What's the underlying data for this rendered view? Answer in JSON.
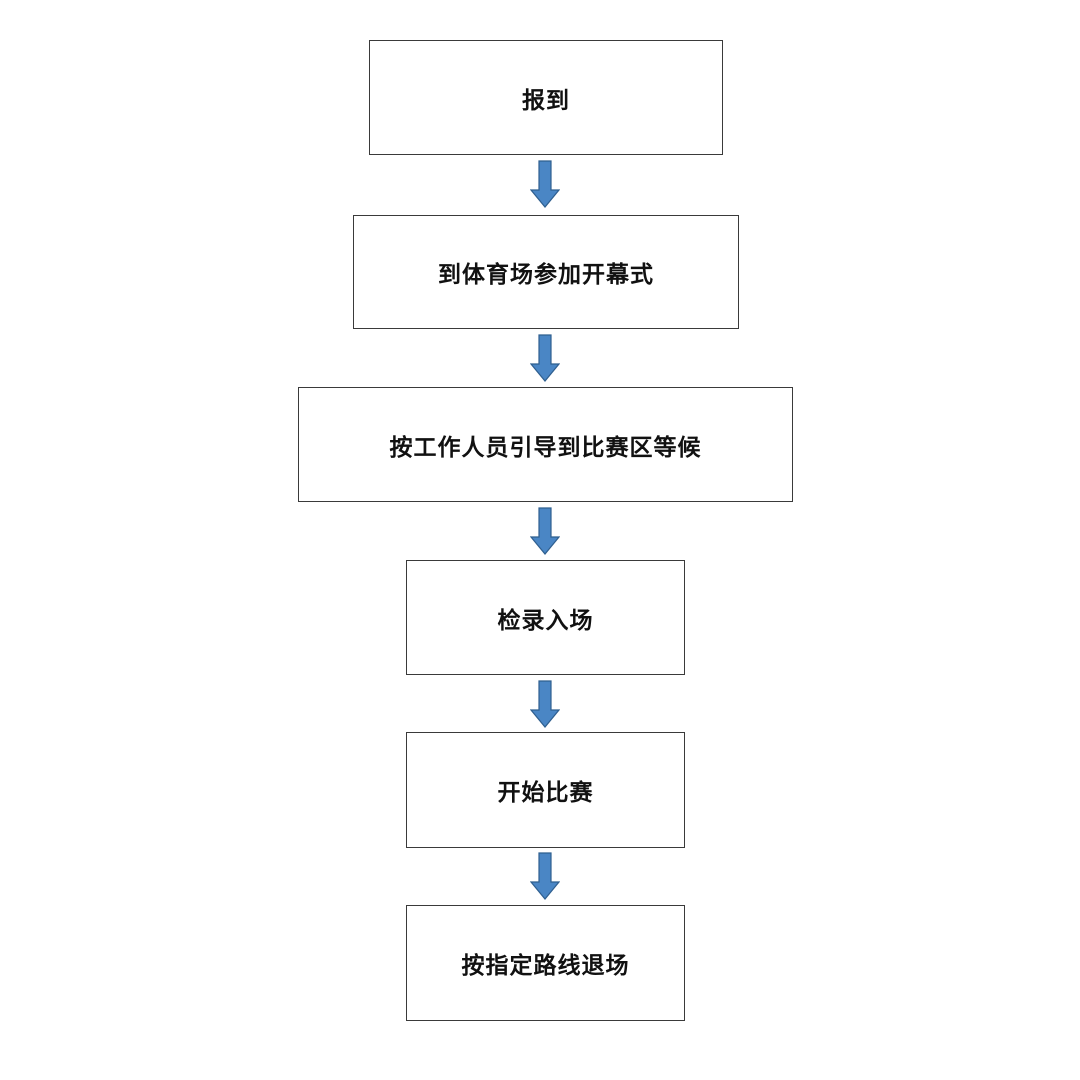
{
  "flowchart": {
    "steps": [
      {
        "label": "报到"
      },
      {
        "label": "到体育场参加开幕式"
      },
      {
        "label": "按工作人员引导到比赛区等候"
      },
      {
        "label": "检录入场"
      },
      {
        "label": "开始比赛"
      },
      {
        "label": "按指定路线退场"
      }
    ],
    "connector_icon": "down-arrow-icon",
    "colors": {
      "arrow_fill": "#4a86c5",
      "arrow_stroke": "#2f5f8f",
      "box_border": "#3a3a3a",
      "text": "#111111",
      "background": "#ffffff"
    }
  }
}
